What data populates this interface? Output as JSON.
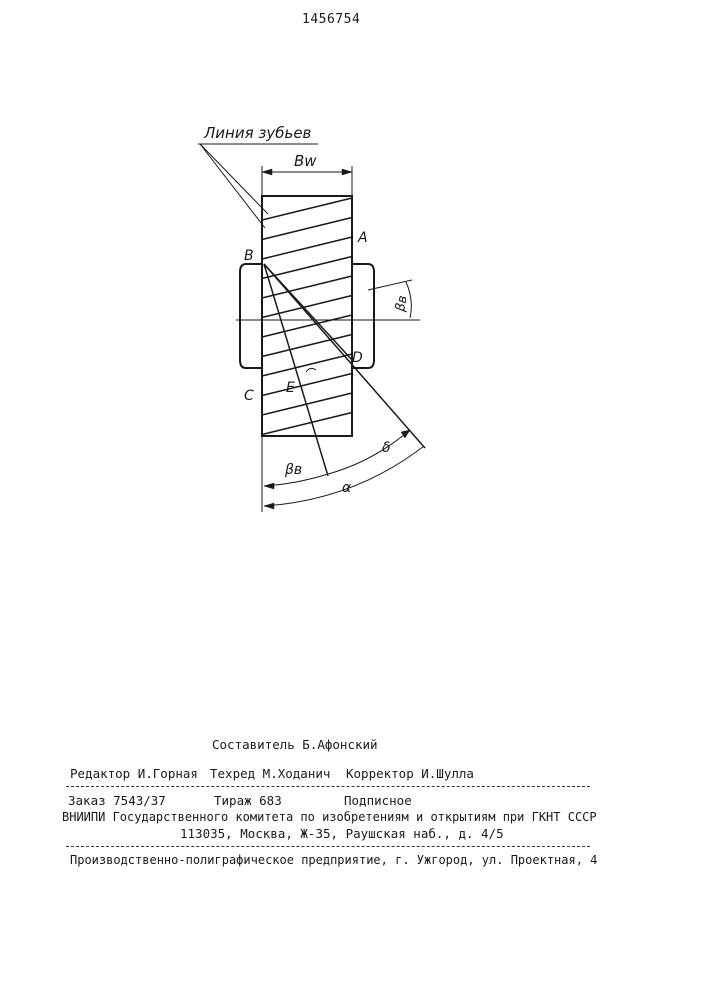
{
  "document": {
    "patent_number": "1456754"
  },
  "figure": {
    "labels": {
      "tooth_line": "Линия зубьев",
      "width": "Bw",
      "point_a": "A",
      "point_b": "B",
      "point_c": "C",
      "point_d": "D",
      "point_e": "E",
      "beta_small": "βв",
      "beta_side": "βв",
      "delta": "δ",
      "alpha": "α"
    }
  },
  "footer": {
    "compiler": "Составитель Б.Афонский",
    "editor": "Редактор И.Горная",
    "techred": "Техред М.Ходанич",
    "corrector": "Корректор И.Шулла",
    "order": "Заказ 7543/37",
    "circulation": "Тираж 683",
    "subscription": "Подписное",
    "institute": "ВНИИПИ Государственного комитета по изобретениям и открытиям при ГКНТ СССР",
    "address": "113035, Москва, Ж-35, Раушская наб., д. 4/5",
    "printer": "Производственно-полиграфическое предприятие, г. Ужгород, ул. Проектная, 4"
  }
}
